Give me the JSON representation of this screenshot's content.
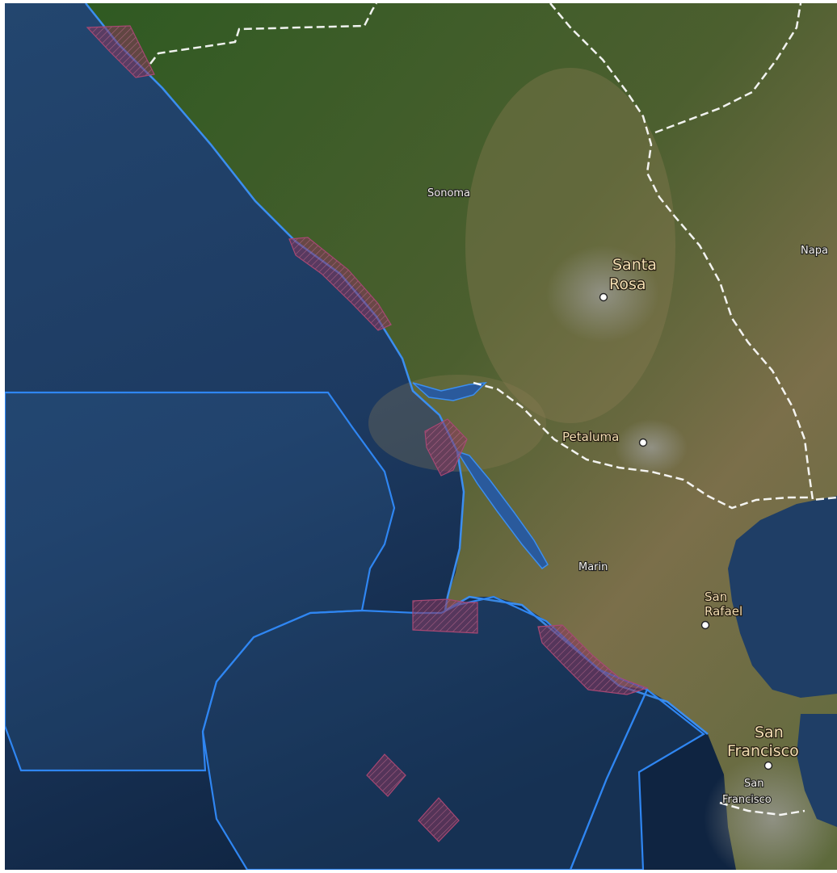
{
  "map": {
    "basemap": "satellite-imagery",
    "colors": {
      "ocean": "#1f3e66",
      "ocean_deep": "#142c4c",
      "boundary": "#2f86f2",
      "protected_area": "#8e3a5c",
      "county_line": "#ffffff",
      "land_forest": "#2f5a22",
      "land_dry": "#8f7e57"
    },
    "labels": {
      "sonoma": "Sonoma",
      "napa": "Napa",
      "santa_rosa_line1": "Santa",
      "santa_rosa_line2": "Rosa",
      "petaluma": "Petaluma",
      "marin": "Marin",
      "san_rafael_line1": "San",
      "san_rafael_line2": "Rafael",
      "san_francisco_line1": "San",
      "san_francisco_line2": "Francisco",
      "sf_county_line1": "San",
      "sf_county_line2": "Francisco"
    },
    "layers": [
      "imagery",
      "marine-boundary-polygons",
      "protected-area-polygons",
      "county-boundaries",
      "place-labels"
    ]
  }
}
